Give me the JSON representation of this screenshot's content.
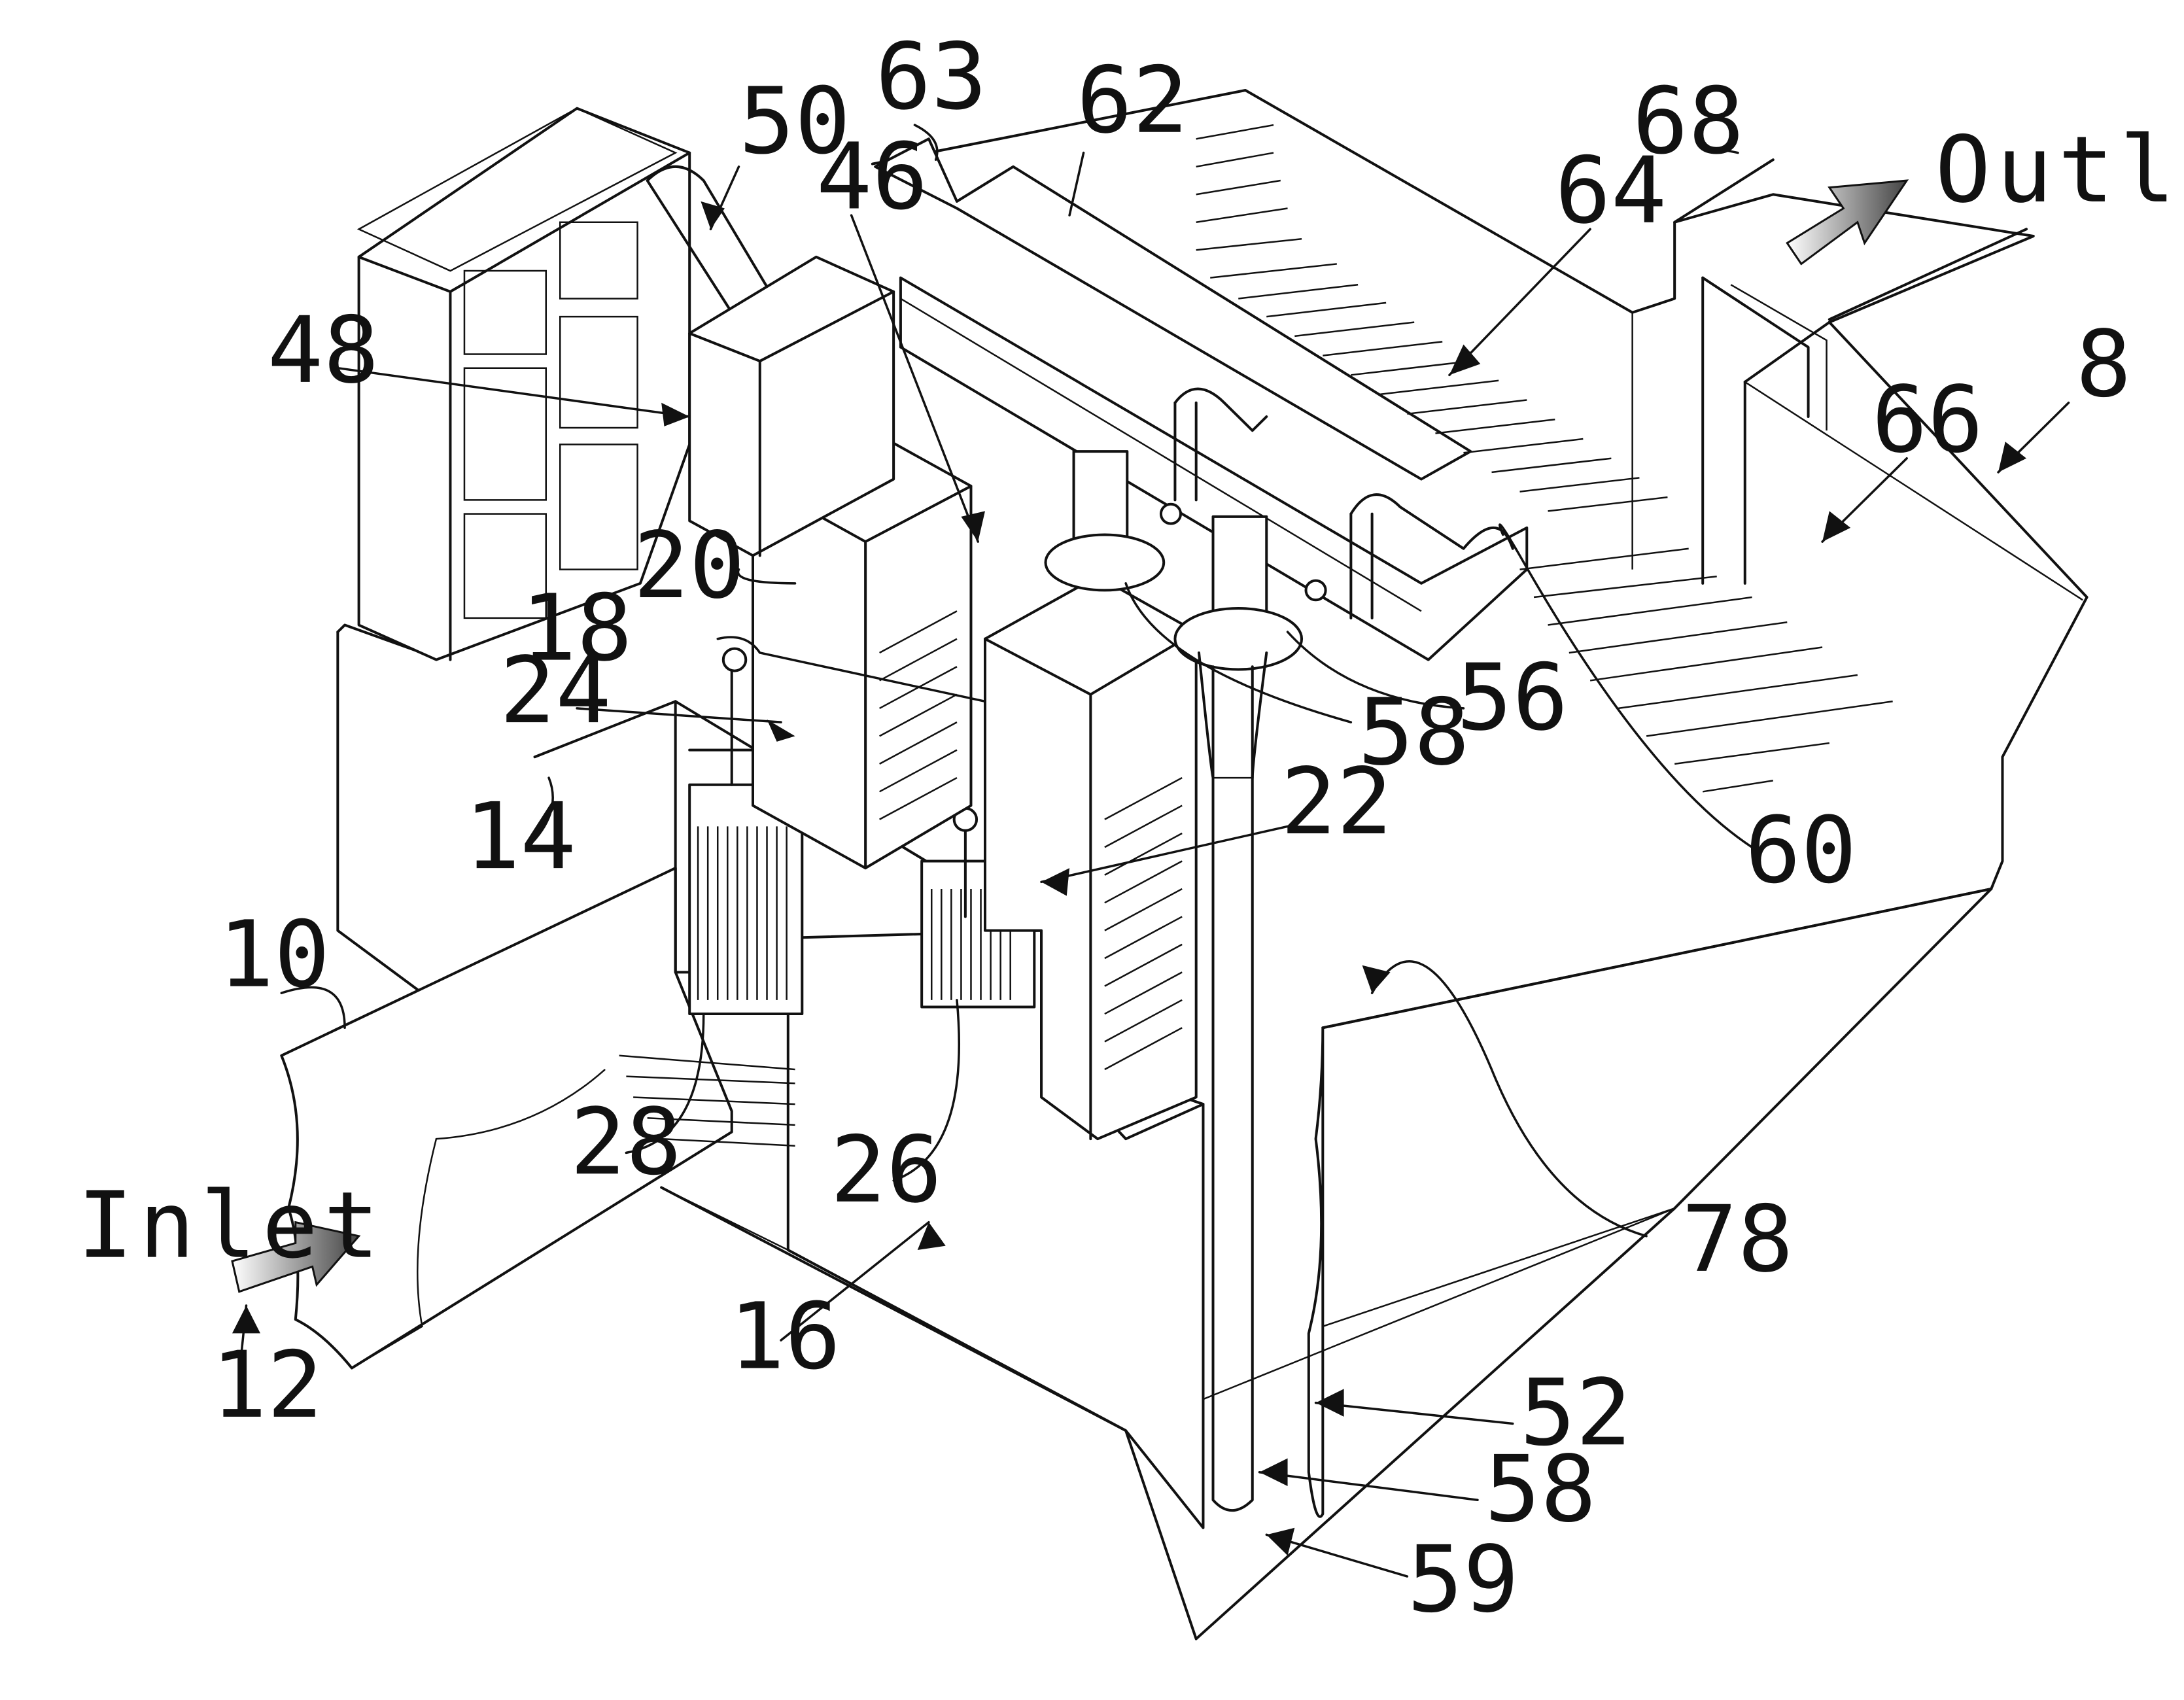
{
  "flow_labels": {
    "inlet": "Inlet",
    "outlet": "Outlet"
  },
  "reference_numerals": {
    "n8": "8",
    "n10": "10",
    "n12": "12",
    "n14": "14",
    "n16": "16",
    "n18": "18",
    "n20": "20",
    "n22": "22",
    "n24": "24",
    "n26": "26",
    "n28": "28",
    "n46": "46",
    "n48": "48",
    "n50": "50",
    "n52": "52",
    "n56": "56",
    "n58a": "58",
    "n58b": "58",
    "n59": "59",
    "n60": "60",
    "n62": "62",
    "n63": "63",
    "n64": "64",
    "n66": "66",
    "n68": "68",
    "n78": "78"
  },
  "colors": {
    "ink": "#111111",
    "paper": "#ffffff"
  }
}
